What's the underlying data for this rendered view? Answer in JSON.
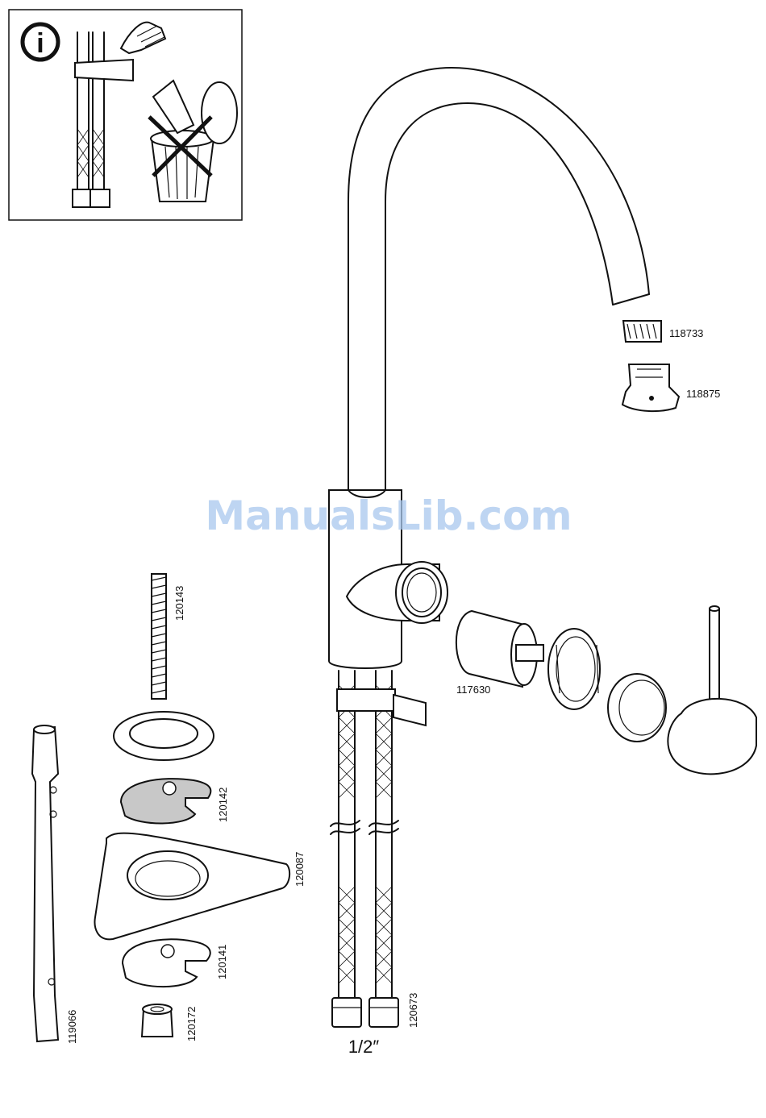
{
  "info": {
    "letter": "i"
  },
  "parts": [
    {
      "id": "118733"
    },
    {
      "id": "118875"
    },
    {
      "id": "120143"
    },
    {
      "id": "117630"
    },
    {
      "id": "120142"
    },
    {
      "id": "120087"
    },
    {
      "id": "120141"
    },
    {
      "id": "119066"
    },
    {
      "id": "120172"
    },
    {
      "id": "120673"
    }
  ],
  "thread_size": "1/2″",
  "watermark": "ManualsLib.com"
}
